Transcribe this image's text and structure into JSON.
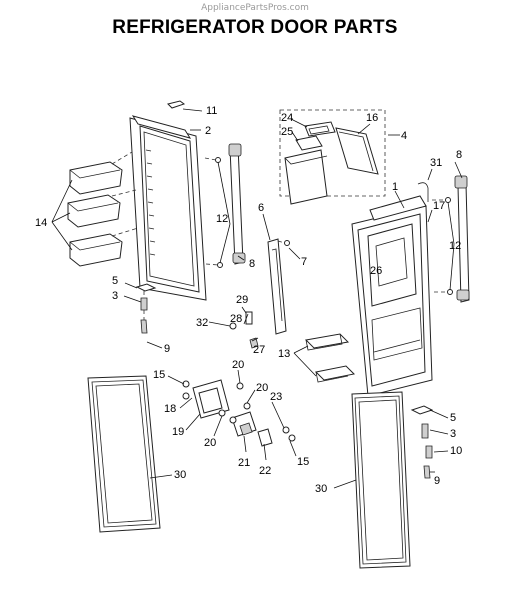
{
  "header": {
    "watermark": "AppliancePartsPros.com",
    "title": "REFRIGERATOR DOOR PARTS"
  },
  "callouts": {
    "c11": "11",
    "c2": "2",
    "c14": "14",
    "c12a": "12",
    "c5a": "5",
    "c3a": "3",
    "c9a": "9",
    "c8a": "8",
    "c6": "6",
    "c7": "7",
    "c29": "29",
    "c28": "28",
    "c32": "32",
    "c27": "27",
    "c24": "24",
    "c25": "25",
    "c16": "16",
    "c4": "4",
    "c31": "31",
    "c8b": "8",
    "c1": "1",
    "c17": "17",
    "c26": "26",
    "c12b": "12",
    "c13": "13",
    "c15a": "15",
    "c18": "18",
    "c20a": "20",
    "c20b": "20",
    "c23": "23",
    "c19": "19",
    "c20c": "20",
    "c21": "21",
    "c22": "22",
    "c15b": "15",
    "c5b": "5",
    "c3b": "3",
    "c10": "10",
    "c9b": "9",
    "c30a": "30",
    "c30b": "30"
  }
}
